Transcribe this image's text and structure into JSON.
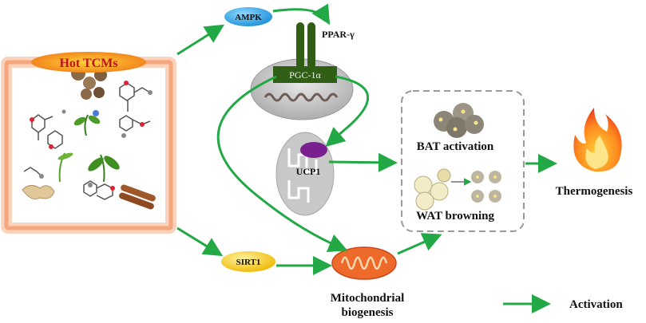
{
  "herbs": {
    "title": "Hot TCMs"
  },
  "pathway": {
    "ampk": "AMPK",
    "ppar": "PPAR-γ",
    "pgc": "PGC-1α",
    "ucp1": "UCP1",
    "sirt1": "SIRT1",
    "mito": [
      "Mitochondrial",
      "biogenesis"
    ]
  },
  "outcomes": {
    "bat": "BAT activation",
    "wat": "WAT browning",
    "thermo": "Thermogenesis"
  },
  "legend": {
    "label": "Activation"
  },
  "colors": {
    "arrow": "#22a845",
    "ampk_fill": "#1a9fe0",
    "sirt1_fill": "#f2c200",
    "hot_fill": "#f07818",
    "hot_text": "#c0101a",
    "pgc_fill": "#2f5e14",
    "ucp1_fill": "#7a1f8f",
    "mito_fill": "#ee6a2a"
  }
}
